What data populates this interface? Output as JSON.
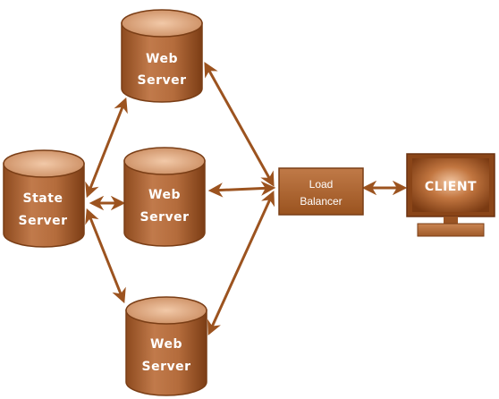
{
  "colors": {
    "body": "#b0693a",
    "top": "#d9a07a",
    "edge": "#7a3e16",
    "arrow": "#9c531f"
  },
  "nodes": {
    "web_server_top": {
      "line1": "Web",
      "line2": "Server"
    },
    "web_server_middle": {
      "line1": "Web",
      "line2": "Server"
    },
    "web_server_bottom": {
      "line1": "Web",
      "line2": "Server"
    },
    "state_server": {
      "line1": "State",
      "line2": "Server"
    },
    "load_balancer": {
      "line1": "Load",
      "line2": "Balancer"
    },
    "client": {
      "label": "CLIENT"
    }
  }
}
